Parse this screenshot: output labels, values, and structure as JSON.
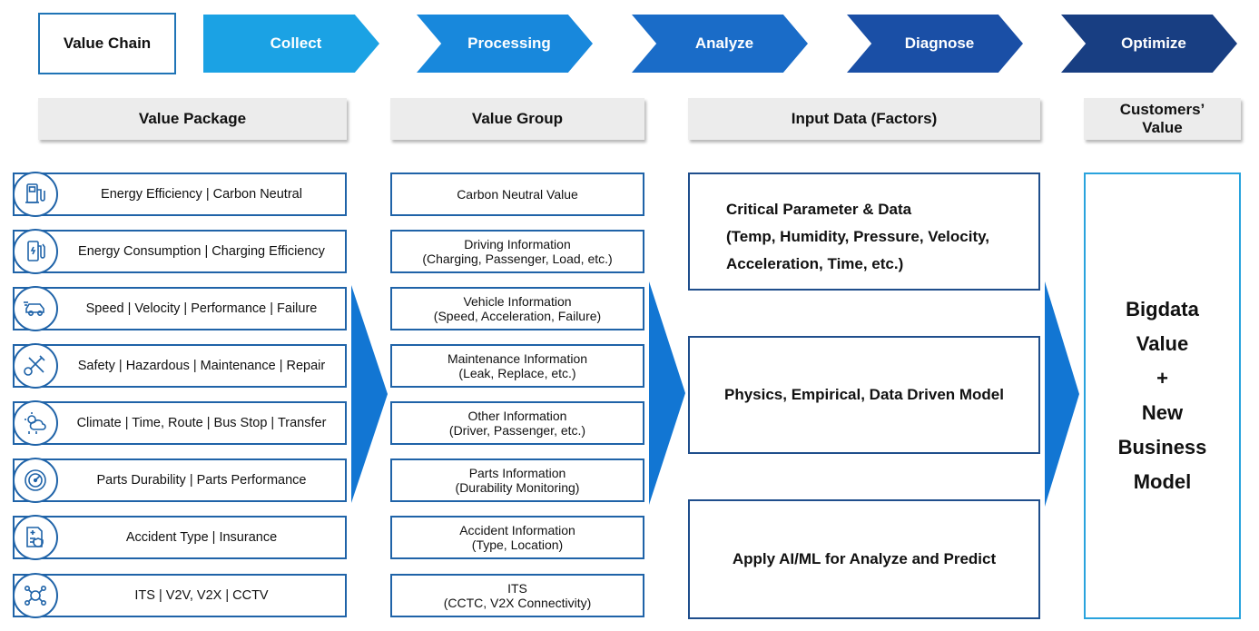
{
  "chain": {
    "value_chain": "Value Chain",
    "steps": [
      {
        "label": "Collect",
        "color": "#1ba2e4"
      },
      {
        "label": "Processing",
        "color": "#1888dc"
      },
      {
        "label": "Analyze",
        "color": "#1a6cc8"
      },
      {
        "label": "Diagnose",
        "color": "#1a4fa6"
      },
      {
        "label": "Optimize",
        "color": "#183e82"
      }
    ]
  },
  "headers": {
    "value_package": "Value Package",
    "value_group": "Value Group",
    "input_data": "Input Data (Factors)",
    "customers_value_line1": "Customers’",
    "customers_value_line2": "Value"
  },
  "value_package": [
    {
      "label": "Energy Efficiency | Carbon Neutral",
      "icon": "ev-charger-icon"
    },
    {
      "label": "Energy Consumption | Charging Efficiency",
      "icon": "fuel-pump-icon"
    },
    {
      "label": "Speed | Velocity | Performance | Failure",
      "icon": "car-speed-icon"
    },
    {
      "label": "Safety | Hazardous | Maintenance | Repair",
      "icon": "tools-icon"
    },
    {
      "label": "Climate | Time, Route | Bus Stop | Transfer",
      "icon": "weather-icon"
    },
    {
      "label": "Parts Durability | Parts Performance",
      "icon": "gauge-icon"
    },
    {
      "label": "Accident Type | Insurance",
      "icon": "insurance-icon"
    },
    {
      "label": "ITS | V2V, V2X | CCTV",
      "icon": "network-icon"
    }
  ],
  "value_group": [
    {
      "line1": "Carbon Neutral Value",
      "line2": ""
    },
    {
      "line1": "Driving Information",
      "line2": "(Charging, Passenger, Load, etc.)"
    },
    {
      "line1": "Vehicle Information",
      "line2": "(Speed, Acceleration, Failure)"
    },
    {
      "line1": "Maintenance Information",
      "line2": "(Leak, Replace, etc.)"
    },
    {
      "line1": "Other Information",
      "line2": "(Driver, Passenger, etc.)"
    },
    {
      "line1": "Parts Information",
      "line2": "(Durability Monitoring)"
    },
    {
      "line1": "Accident Information",
      "line2": "(Type, Location)"
    },
    {
      "line1": "ITS",
      "line2": "(CCTC, V2X Connectivity)"
    }
  ],
  "input_data": {
    "critical_line1": "Critical Parameter & Data",
    "critical_line2": "(Temp, Humidity, Pressure, Velocity,",
    "critical_line3": "Acceleration, Time, etc.)",
    "model": "Physics, Empirical, Data Driven Model",
    "ai": "Apply AI/ML for Analyze and Predict"
  },
  "customers_value": {
    "lines": [
      "Bigdata",
      "Value",
      "+",
      "New",
      "Business",
      "Model"
    ]
  },
  "colors": {
    "arrow": "#1276d3",
    "box_border": "#1f63a8",
    "customer_border": "#29a3dd"
  }
}
